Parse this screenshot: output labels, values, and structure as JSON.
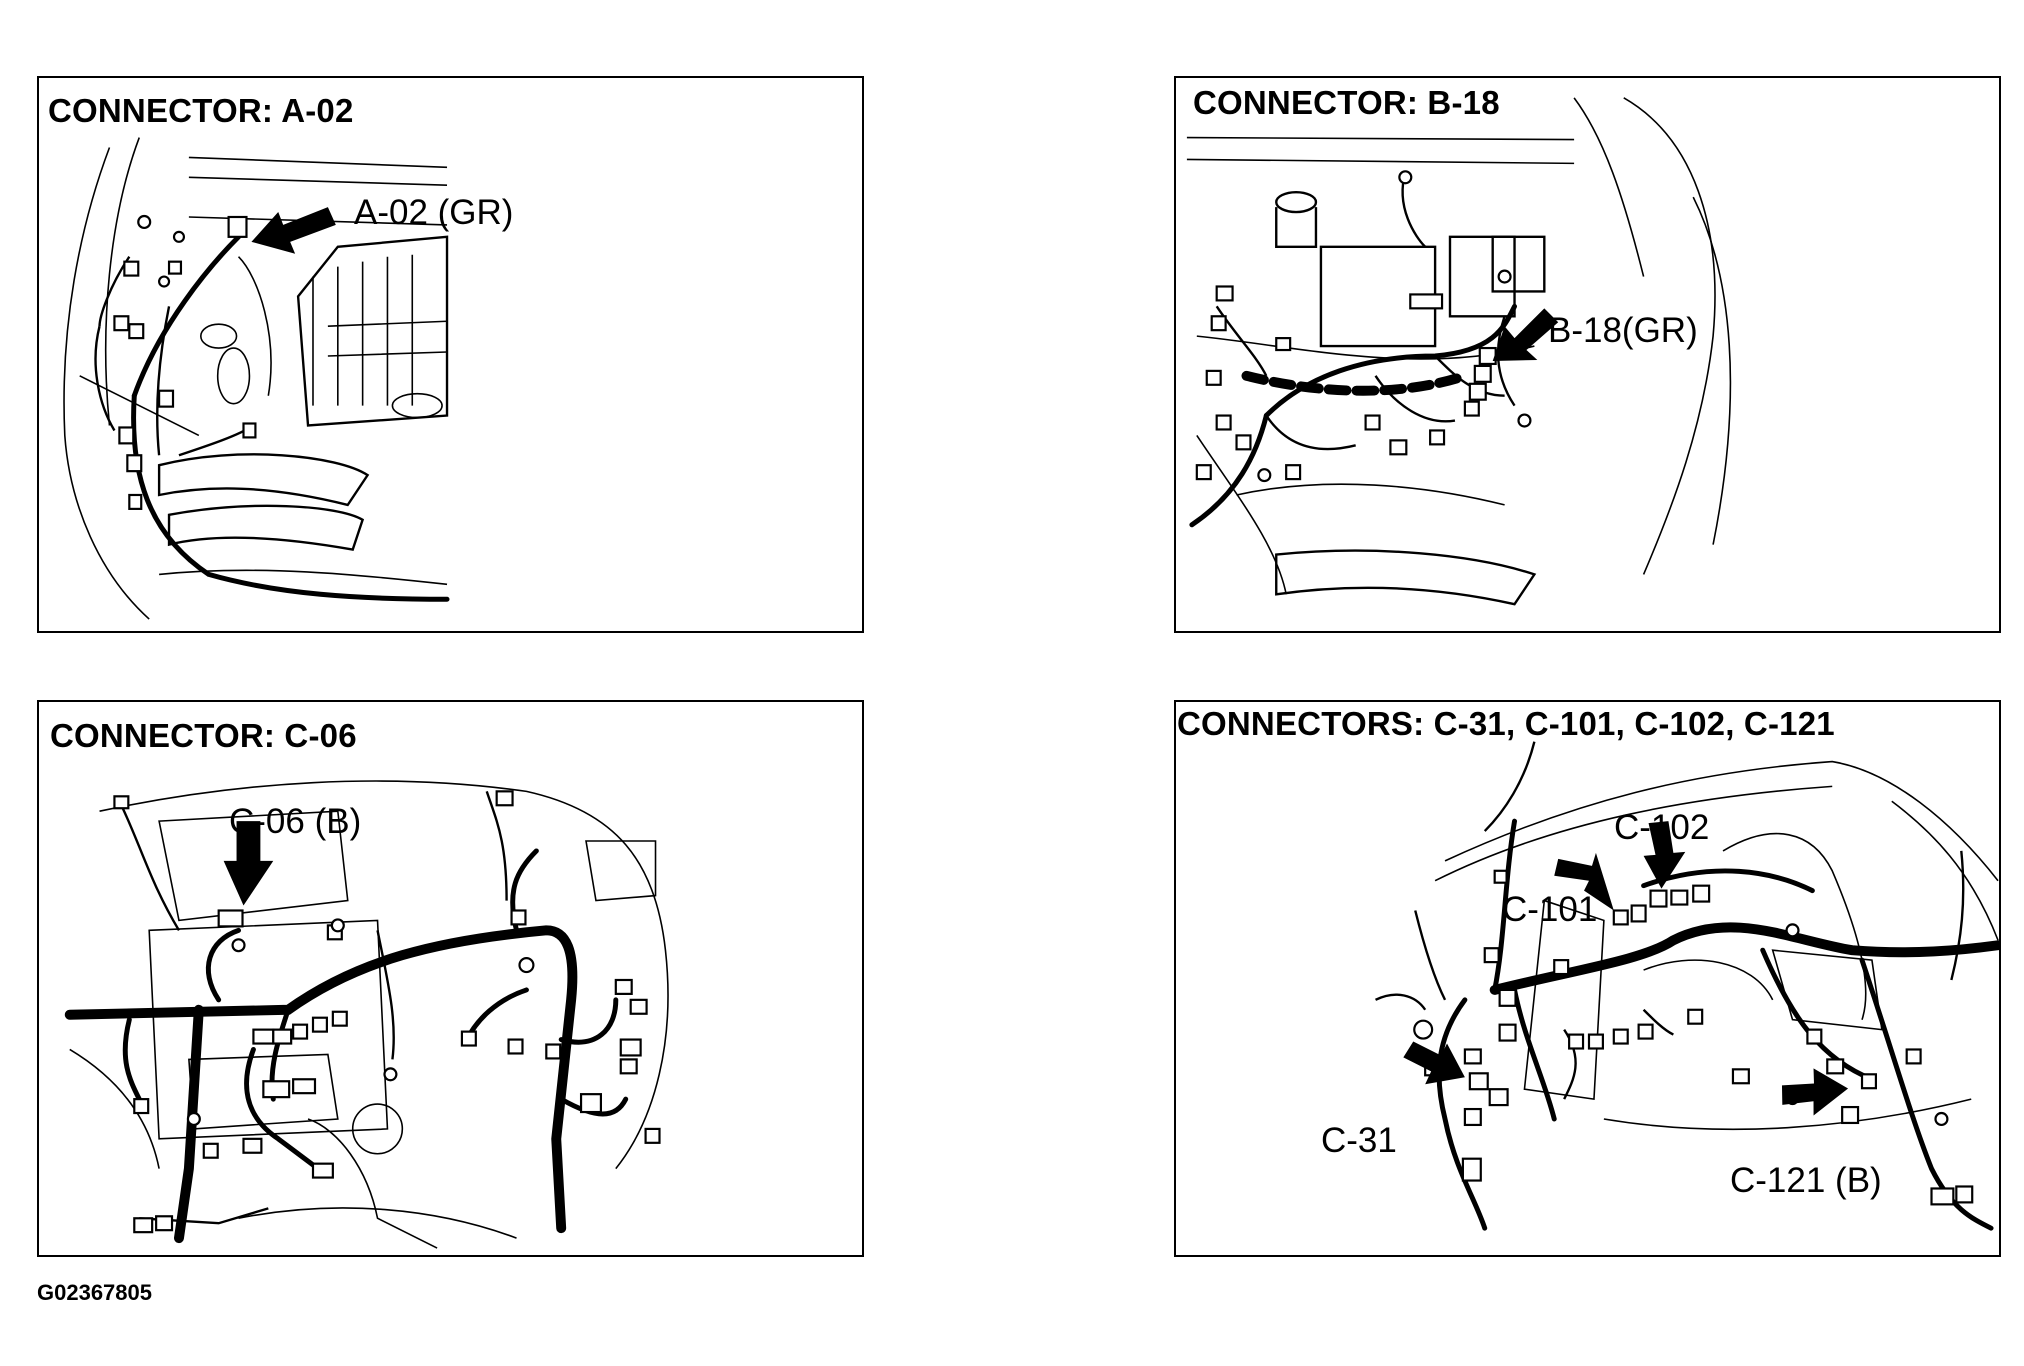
{
  "panels": {
    "a": {
      "title": "CONNECTOR: A-02",
      "callouts": [
        "A-02 (GR)"
      ]
    },
    "b": {
      "title": "CONNECTOR: B-18",
      "callouts": [
        "B-18(GR)"
      ]
    },
    "c": {
      "title": "CONNECTOR: C-06",
      "callouts": [
        "C-06 (B)"
      ]
    },
    "d": {
      "title": "CONNECTORS: C-31, C-101, C-102, C-121",
      "callouts": [
        "C-102",
        "C-101",
        "C-31",
        "C-121 (B)"
      ]
    }
  },
  "footer": {
    "code": "G02367805"
  },
  "icons": [
    "pointer-arrow-icon"
  ]
}
